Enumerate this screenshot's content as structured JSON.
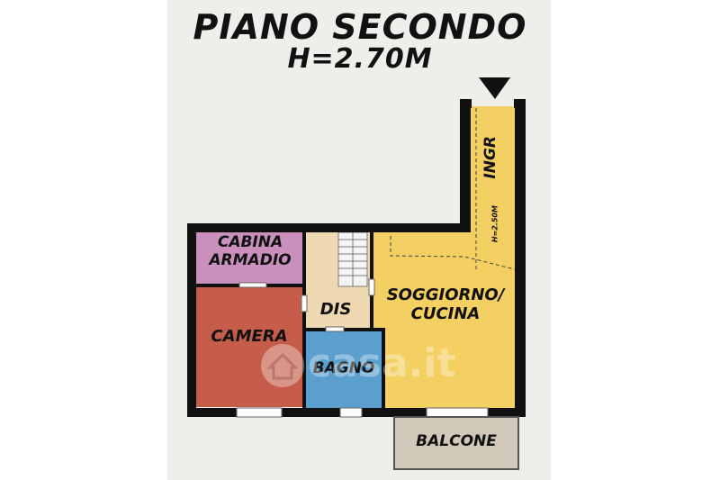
{
  "header": {
    "title": "PIANO SECONDO",
    "height": "H=2.70M"
  },
  "rooms": {
    "cabina_armadio": "CABINA\nARMADIO",
    "camera": "CAMERA",
    "dis": "DIS",
    "bagno": "BAGNO",
    "soggiorno": "SOGGIORNO/\nCUCINA",
    "ingr": "INGR",
    "ingr_height": "H=2.50M",
    "balcone": "BALCONE"
  },
  "watermark": {
    "text": "casa.it",
    "icon": "house-icon"
  },
  "colors": {
    "background": "#efeeea",
    "wall": "#111111",
    "cabina_armadio": "#c98fbd",
    "camera": "#c65c4a",
    "dis": "#efd9b2",
    "bagno": "#5b9fcf",
    "soggiorno": "#f4cf62",
    "balcone": "#d2c8b9"
  }
}
